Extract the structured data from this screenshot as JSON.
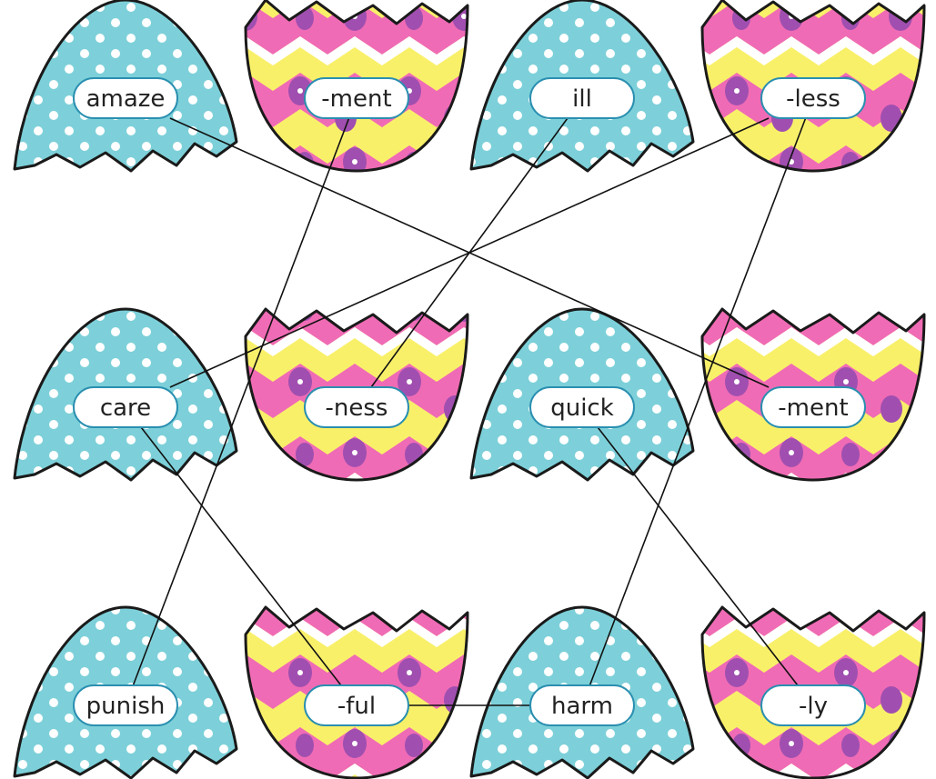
{
  "colors": {
    "shell_outline": "#1a1a1a",
    "dots_shell_fill": "#7dd0d9",
    "dots": "#ffffff",
    "zigzag_pink": "#f06bb5",
    "zigzag_yellow": "#f9f06a",
    "zigzag_white": "#ffffff",
    "zigzag_purple": "#a04fb0",
    "zigzag_flower": "#ffffff",
    "label_bg": "#ffffff",
    "label_border": "#2a8fb0",
    "connector": "#111111"
  },
  "shells": [
    {
      "id": "amaze",
      "word": "amaze",
      "pattern": "dots",
      "kind": "top"
    },
    {
      "id": "ment1",
      "word": "-ment",
      "pattern": "zigzag",
      "kind": "bottom"
    },
    {
      "id": "ill",
      "word": "ill",
      "pattern": "dots",
      "kind": "top"
    },
    {
      "id": "less",
      "word": "-less",
      "pattern": "zigzag",
      "kind": "bottom"
    },
    {
      "id": "care",
      "word": "care",
      "pattern": "dots",
      "kind": "top"
    },
    {
      "id": "ness",
      "word": "-ness",
      "pattern": "zigzag",
      "kind": "bottom"
    },
    {
      "id": "quick",
      "word": "quick",
      "pattern": "dots",
      "kind": "top"
    },
    {
      "id": "ment2",
      "word": "-ment",
      "pattern": "zigzag",
      "kind": "bottom"
    },
    {
      "id": "punish",
      "word": "punish",
      "pattern": "dots",
      "kind": "top"
    },
    {
      "id": "ful",
      "word": "-ful",
      "pattern": "zigzag",
      "kind": "bottom"
    },
    {
      "id": "harm",
      "word": "harm",
      "pattern": "dots",
      "kind": "top"
    },
    {
      "id": "ly",
      "word": "-ly",
      "pattern": "zigzag",
      "kind": "bottom"
    }
  ],
  "connections": [
    {
      "from": "amaze",
      "to": "ment2"
    },
    {
      "from": "ment1",
      "to": "punish"
    },
    {
      "from": "ill",
      "to": "ness"
    },
    {
      "from": "less",
      "to": "care"
    },
    {
      "from": "less",
      "to": "harm"
    },
    {
      "from": "care",
      "to": "ful"
    },
    {
      "from": "quick",
      "to": "ly"
    },
    {
      "from": "ful",
      "to": "harm"
    }
  ]
}
